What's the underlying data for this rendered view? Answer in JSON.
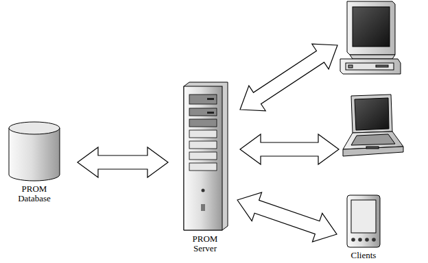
{
  "diagram": {
    "nodes": [
      {
        "text": [
          "PROM Database"
        ]
      },
      {
        "text": [
          "PROM Server"
        ]
      },
      {
        "text": [
          "Clients"
        ]
      }
    ],
    "edges": [
      {
        "from": 0,
        "to": 1,
        "arrow": "both"
      },
      {
        "from": 1,
        "to": 2,
        "arrow": "both"
      }
    ]
  }
}
